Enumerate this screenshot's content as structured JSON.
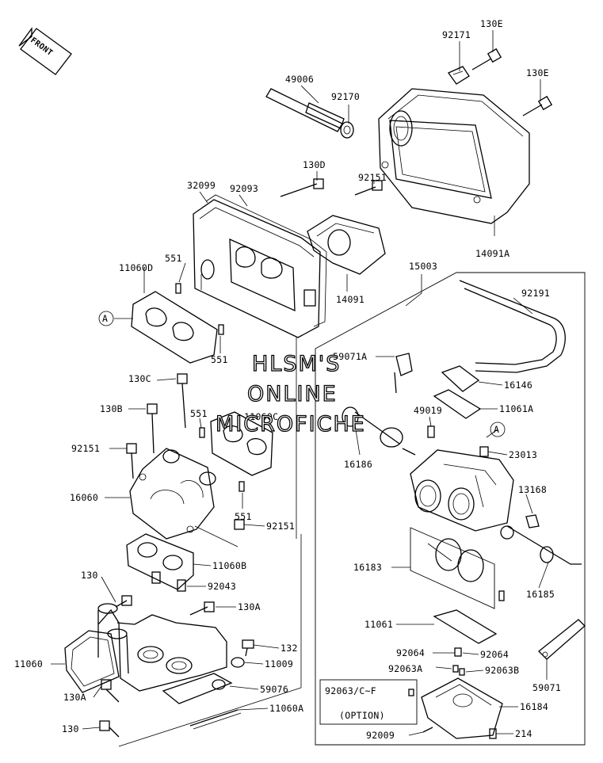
{
  "front_badge": "FRONT",
  "watermark": [
    "HLSM'S",
    "ONLINE",
    "MICROFICHE"
  ],
  "option_box": {
    "part": "92063/C~F",
    "note": "(OPTION)"
  },
  "callouts": [
    {
      "id": "92171",
      "text": "92171"
    },
    {
      "id": "130E-top",
      "text": "130E"
    },
    {
      "id": "130E-side",
      "text": "130E"
    },
    {
      "id": "49006",
      "text": "49006"
    },
    {
      "id": "92170",
      "text": "92170"
    },
    {
      "id": "130D",
      "text": "130D"
    },
    {
      "id": "92151-top",
      "text": "92151"
    },
    {
      "id": "32099",
      "text": "32099"
    },
    {
      "id": "92093",
      "text": "92093"
    },
    {
      "id": "14091A",
      "text": "14091A"
    },
    {
      "id": "15003",
      "text": "15003"
    },
    {
      "id": "11060D",
      "text": "11060D"
    },
    {
      "id": "551-a",
      "text": "551"
    },
    {
      "id": "14091",
      "text": "14091"
    },
    {
      "id": "92191",
      "text": "92191"
    },
    {
      "id": "A-left",
      "text": "A"
    },
    {
      "id": "551-b",
      "text": "551"
    },
    {
      "id": "59071A",
      "text": "59071A"
    },
    {
      "id": "130C",
      "text": "130C"
    },
    {
      "id": "16146",
      "text": "16146"
    },
    {
      "id": "130B",
      "text": "130B"
    },
    {
      "id": "551-c",
      "text": "551"
    },
    {
      "id": "11060C",
      "text": "11060C"
    },
    {
      "id": "49019",
      "text": "49019"
    },
    {
      "id": "11061A",
      "text": "11061A"
    },
    {
      "id": "A-right",
      "text": "A"
    },
    {
      "id": "92151-mid",
      "text": "92151"
    },
    {
      "id": "16186",
      "text": "16186"
    },
    {
      "id": "23013",
      "text": "23013"
    },
    {
      "id": "16060",
      "text": "16060"
    },
    {
      "id": "13168",
      "text": "13168"
    },
    {
      "id": "551-d",
      "text": "551"
    },
    {
      "id": "92151-low",
      "text": "92151"
    },
    {
      "id": "11060B",
      "text": "11060B"
    },
    {
      "id": "16183",
      "text": "16183"
    },
    {
      "id": "130-a",
      "text": "130"
    },
    {
      "id": "92043",
      "text": "92043"
    },
    {
      "id": "16185",
      "text": "16185"
    },
    {
      "id": "130A-a",
      "text": "130A"
    },
    {
      "id": "11061",
      "text": "11061"
    },
    {
      "id": "132",
      "text": "132"
    },
    {
      "id": "11060",
      "text": "11060"
    },
    {
      "id": "11009",
      "text": "11009"
    },
    {
      "id": "92064-a",
      "text": "92064"
    },
    {
      "id": "92064-b",
      "text": "92064"
    },
    {
      "id": "92063A",
      "text": "92063A"
    },
    {
      "id": "92063B",
      "text": "92063B"
    },
    {
      "id": "59071",
      "text": "59071"
    },
    {
      "id": "59076",
      "text": "59076"
    },
    {
      "id": "130A-b",
      "text": "130A"
    },
    {
      "id": "11060A",
      "text": "11060A"
    },
    {
      "id": "16184",
      "text": "16184"
    },
    {
      "id": "130-b",
      "text": "130"
    },
    {
      "id": "92009",
      "text": "92009"
    },
    {
      "id": "214",
      "text": "214"
    }
  ]
}
